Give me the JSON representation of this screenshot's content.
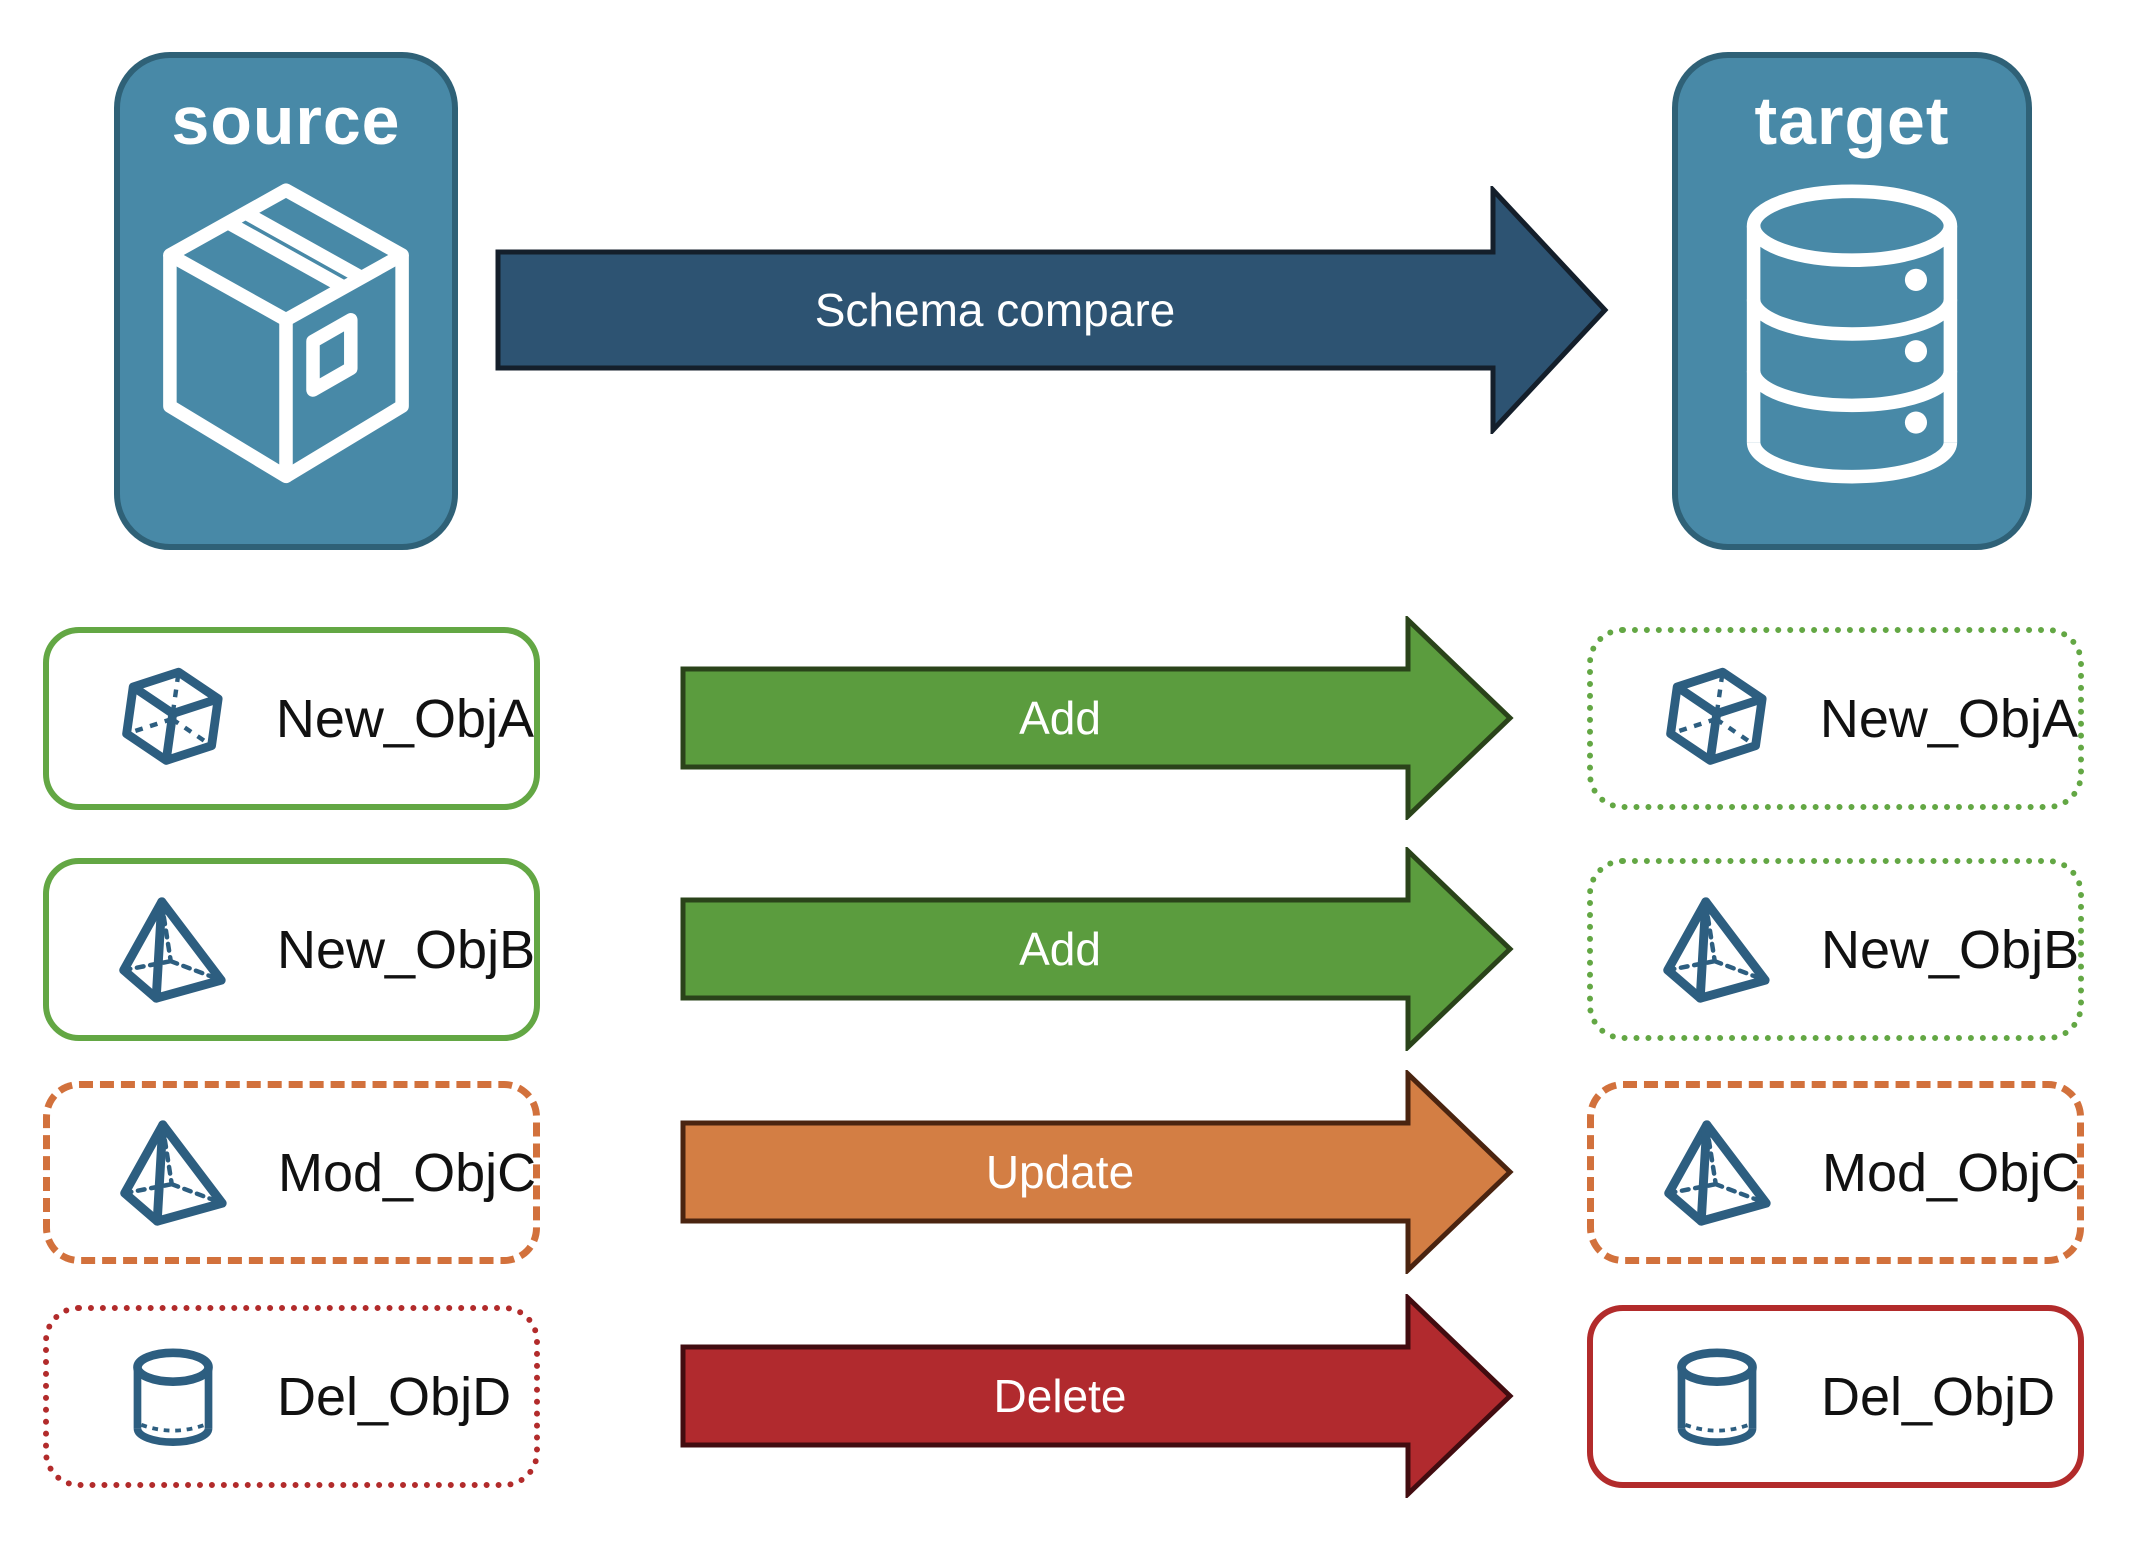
{
  "source_panel": {
    "label": "source",
    "icon": "package-box-icon"
  },
  "target_panel": {
    "label": "target",
    "icon": "database-icon"
  },
  "compare_arrow": {
    "label": "Schema compare",
    "fill": "#2D5372",
    "stroke": "#141F2B"
  },
  "rows": [
    {
      "object_name": "New_ObjA",
      "icon": "cube-icon",
      "action": "Add",
      "arrow_fill": "#5B9C3E",
      "arrow_stroke": "#2A431A",
      "source_border_style": "solid",
      "source_border_color": "#63A744",
      "target_border_style": "dotted",
      "target_border_color": "#63A744"
    },
    {
      "object_name": "New_ObjB",
      "icon": "pyramid-icon",
      "action": "Add",
      "arrow_fill": "#5B9C3E",
      "arrow_stroke": "#2A431A",
      "source_border_style": "solid",
      "source_border_color": "#63A744",
      "target_border_style": "dotted",
      "target_border_color": "#63A744"
    },
    {
      "object_name": "Mod_ObjC",
      "icon": "pyramid-icon",
      "action": "Update",
      "arrow_fill": "#D37E44",
      "arrow_stroke": "#4A2410",
      "source_border_style": "dashed",
      "source_border_color": "#D2713C",
      "target_border_style": "dashed",
      "target_border_color": "#D2713C"
    },
    {
      "object_name": "Del_ObjD",
      "icon": "cylinder-icon",
      "action": "Delete",
      "arrow_fill": "#B12A2E",
      "arrow_stroke": "#420C10",
      "source_border_style": "dotted",
      "source_border_color": "#B22B2B",
      "target_border_style": "solid",
      "target_border_color": "#B22B2B"
    }
  ],
  "palette": {
    "panel_fill": "#4889A7",
    "panel_border": "#2F6177",
    "object_icon_blue": "#2D5E80",
    "label_text": "#111111",
    "arrow_text": "#FFFFFF"
  }
}
